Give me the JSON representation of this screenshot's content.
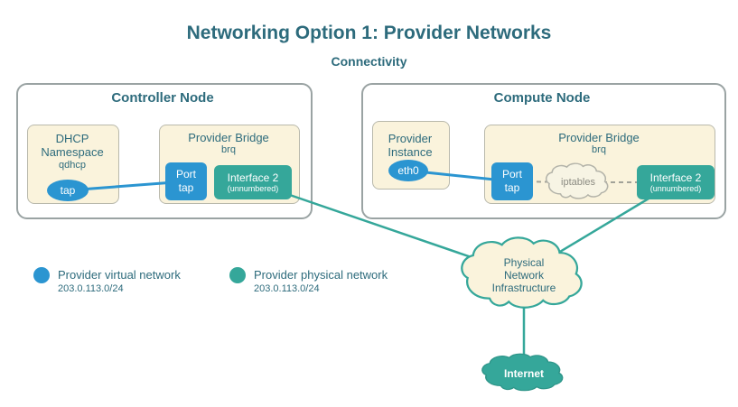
{
  "title": "Networking Option 1: Provider Networks",
  "subtitle": "Connectivity",
  "colors": {
    "provider_virtual_blue": "#2b95d1",
    "provider_physical_teal": "#35a79a",
    "panel_cream": "#faf3dc",
    "heading_teal": "#2d6b7c"
  },
  "controller_node": {
    "title": "Controller Node",
    "dhcp_namespace": {
      "title_line1": "DHCP",
      "title_line2": "Namespace",
      "subtitle": "qdhcp",
      "tap_label": "tap"
    },
    "provider_bridge": {
      "title": "Provider Bridge",
      "subtitle": "brq",
      "port": {
        "line1": "Port",
        "line2": "tap"
      },
      "interface": {
        "label": "Interface 2",
        "sublabel": "(unnumbered)"
      }
    }
  },
  "compute_node": {
    "title": "Compute Node",
    "provider_instance": {
      "title_line1": "Provider",
      "title_line2": "Instance",
      "eth_label": "eth0"
    },
    "provider_bridge": {
      "title": "Provider Bridge",
      "subtitle": "brq",
      "port": {
        "line1": "Port",
        "line2": "tap"
      },
      "iptables_label": "iptables",
      "interface": {
        "label": "Interface 2",
        "sublabel": "(unnumbered)"
      }
    }
  },
  "legend": [
    {
      "label": "Provider virtual network",
      "cidr": "203.0.113.0/24",
      "color": "#2b95d1"
    },
    {
      "label": "Provider physical network",
      "cidr": "203.0.113.0/24",
      "color": "#35a79a"
    }
  ],
  "physical_network_cloud": {
    "line1": "Physical",
    "line2": "Network",
    "line3": "Infrastructure"
  },
  "internet_cloud": {
    "label": "Internet"
  }
}
